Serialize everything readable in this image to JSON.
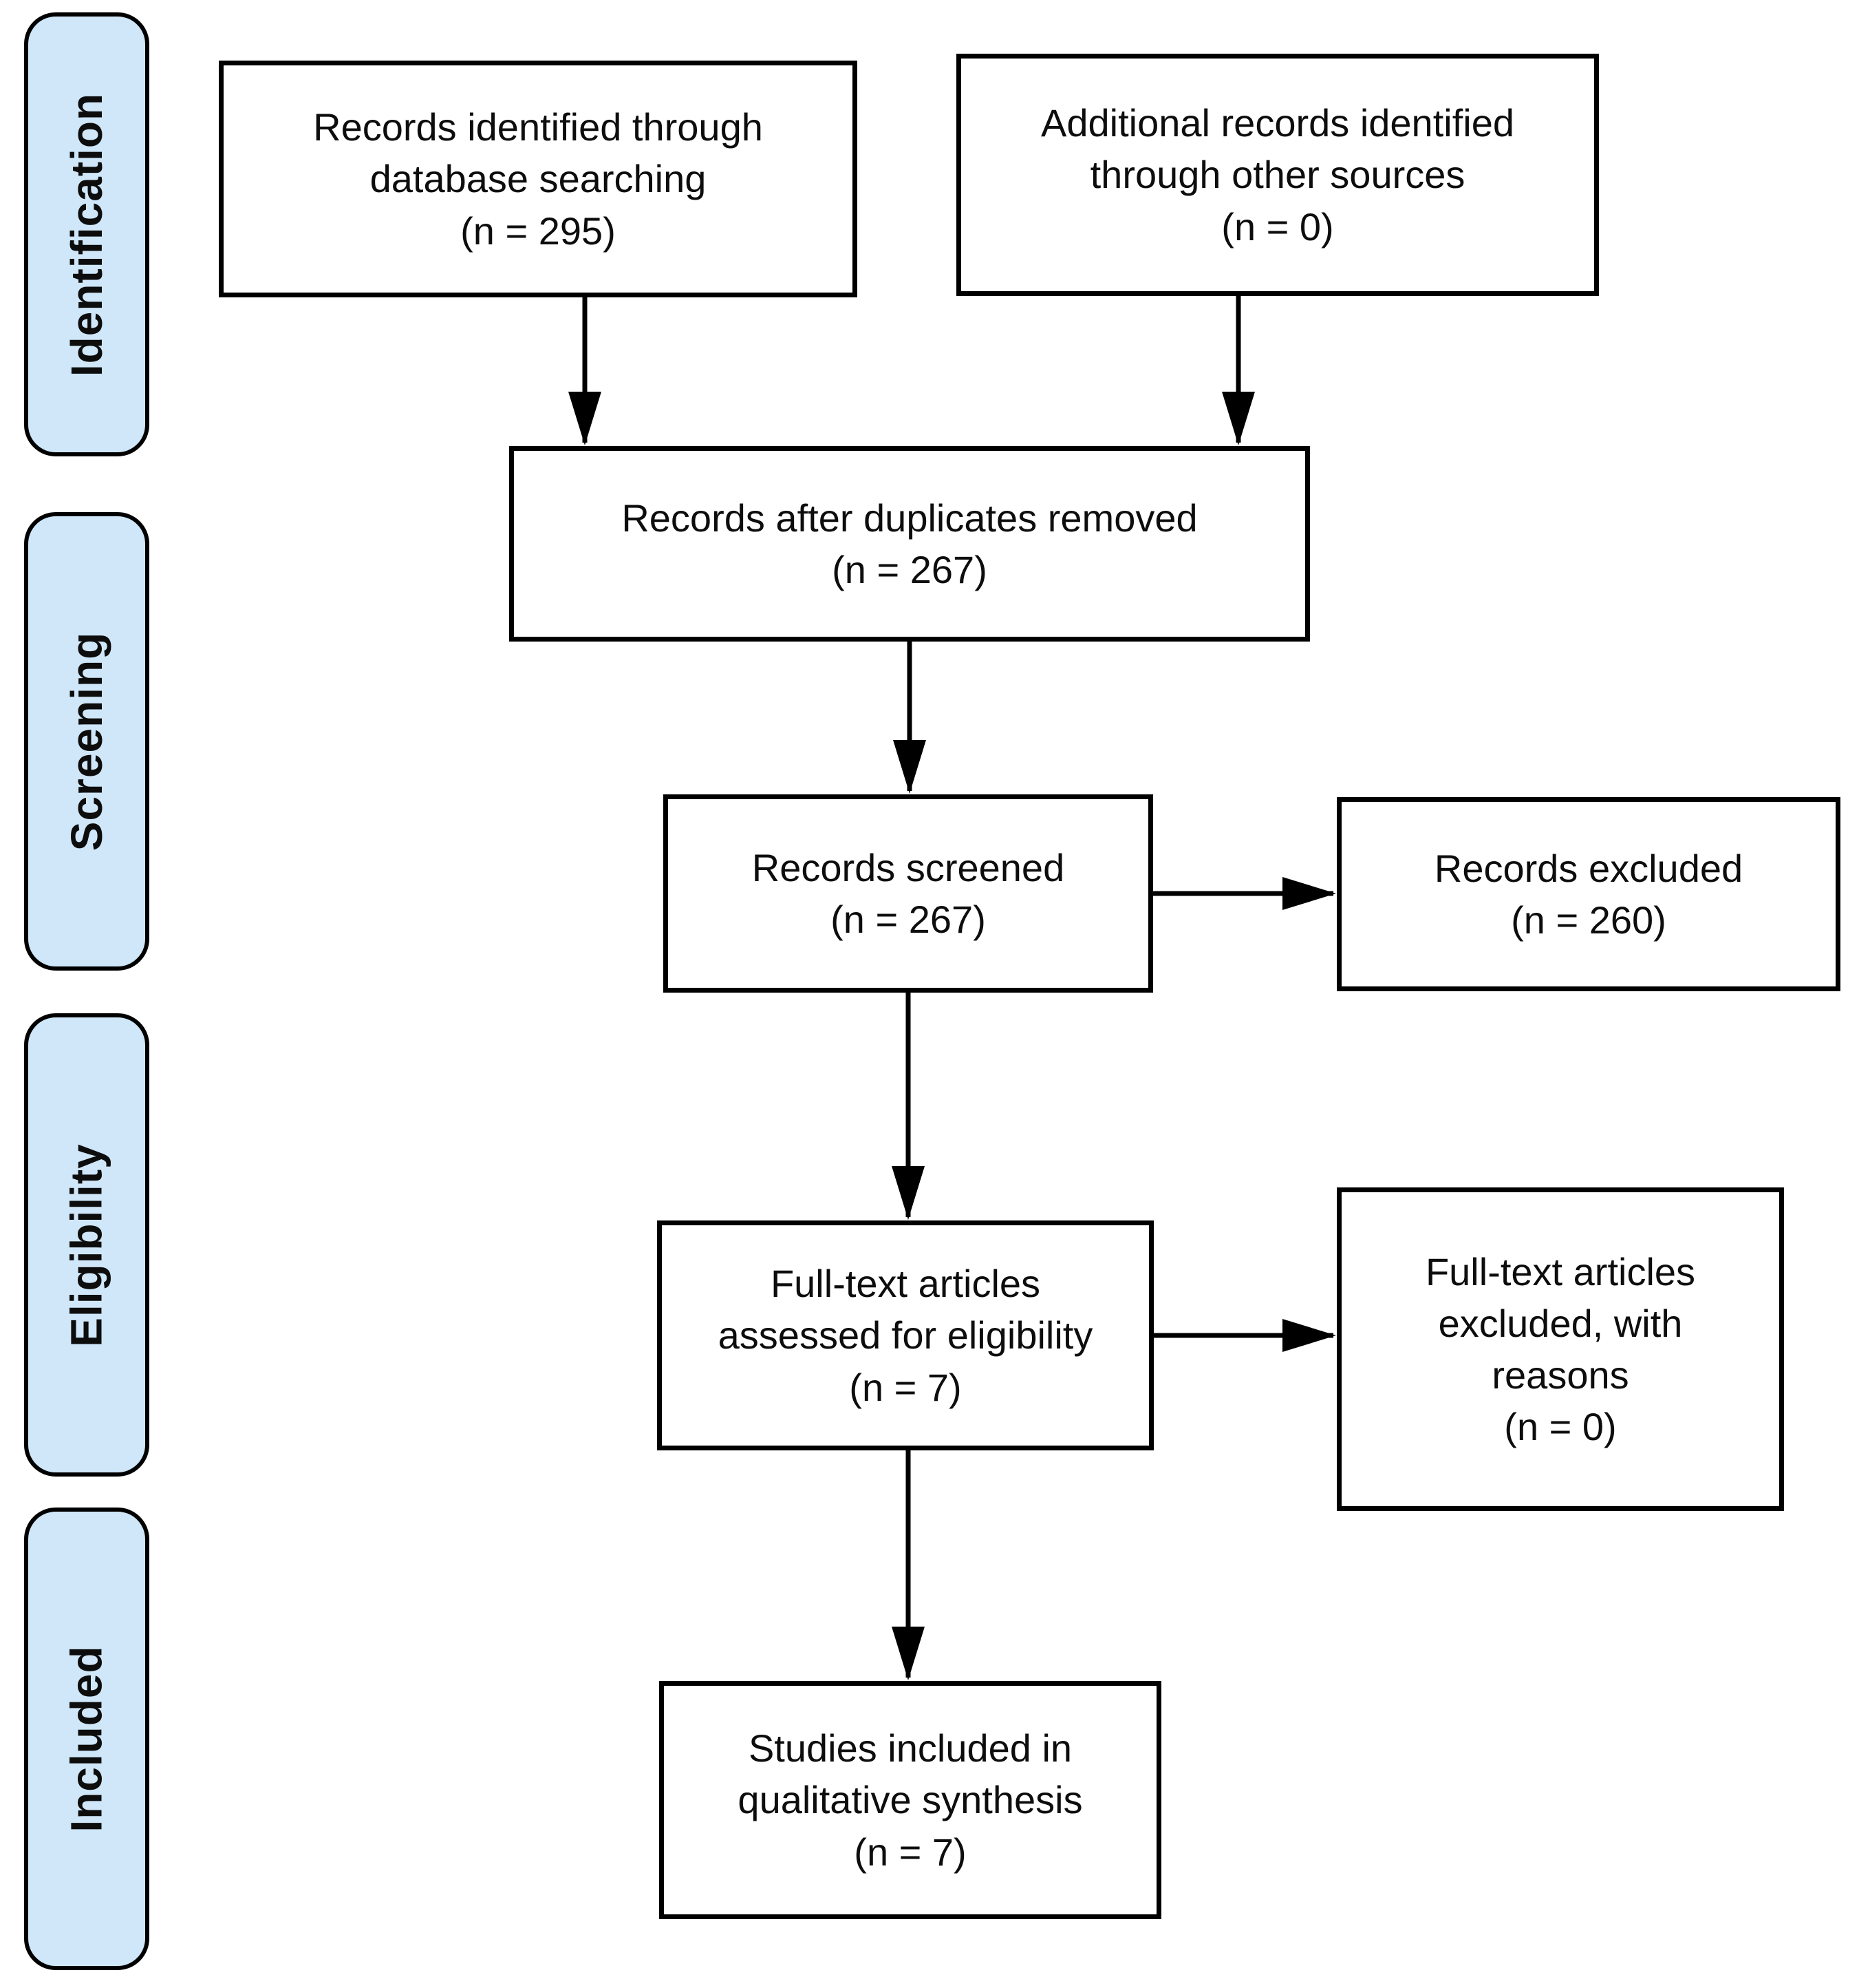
{
  "colors": {
    "background": "#ffffff",
    "stage_fill": "#cfe7f9",
    "stage_border": "#000000",
    "box_fill": "#ffffff",
    "box_border": "#000000",
    "arrow": "#000000",
    "text": "#0d0d0d"
  },
  "stages": [
    {
      "label": "Identification"
    },
    {
      "label": "Screening"
    },
    {
      "label": "Eligibility"
    },
    {
      "label": "Included"
    }
  ],
  "boxes": {
    "identified": {
      "n": 295,
      "lines": [
        "Records identified through",
        "database searching",
        "(n = 295)"
      ]
    },
    "additional": {
      "n": 0,
      "lines": [
        "Additional records identified",
        "through other sources",
        "(n = 0)"
      ]
    },
    "deduplicated": {
      "n": 267,
      "lines": [
        "Records after duplicates removed",
        "(n = 267)"
      ]
    },
    "screened": {
      "n": 267,
      "lines": [
        "Records screened",
        "(n = 267)"
      ]
    },
    "excluded": {
      "n": 260,
      "lines": [
        "Records excluded",
        "(n = 260)"
      ]
    },
    "fulltext": {
      "n": 7,
      "lines": [
        "Full-text articles",
        "assessed for eligibility",
        "(n = 7)"
      ]
    },
    "fulltext_excluded": {
      "n": 0,
      "lines": [
        "Full-text articles",
        "excluded, with",
        "reasons",
        "(n = 0)"
      ]
    },
    "included_studies": {
      "n": 7,
      "lines": [
        "Studies included in",
        "qualitative synthesis",
        "(n = 7)"
      ]
    }
  }
}
